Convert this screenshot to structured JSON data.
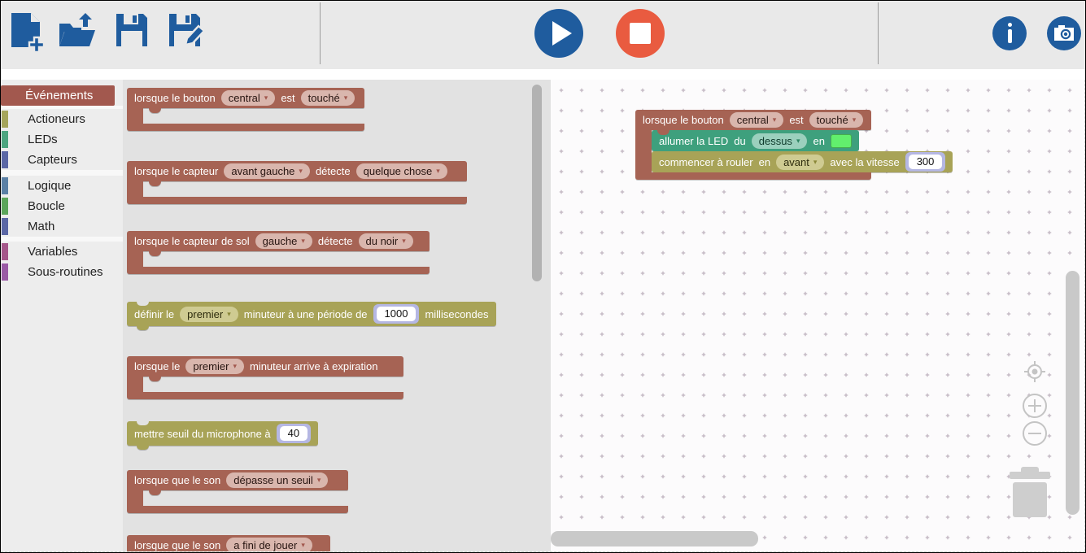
{
  "colors": {
    "accent_blue": "#1f5c9e",
    "stop_red": "#e95b40",
    "block_brown": "#a66354",
    "block_olive": "#a8a357",
    "block_teal": "#3ea07d",
    "field_lavender": "#b5b7e3",
    "led_green": "#62ef6d",
    "selected_category": "#a2584e"
  },
  "ui": {
    "dropdown_arrow": "▾"
  },
  "toolbar": {
    "buttons": [
      {
        "name": "new-file"
      },
      {
        "name": "open-file"
      },
      {
        "name": "save"
      },
      {
        "name": "save-as"
      },
      {
        "name": "run"
      },
      {
        "name": "stop"
      },
      {
        "name": "info"
      },
      {
        "name": "screenshot"
      }
    ]
  },
  "sidebar": {
    "categories": [
      {
        "label": "Événements",
        "color": "#a2584e",
        "selected": true
      },
      {
        "label": "Actioneurs",
        "color": "#a5a55b",
        "selected": false
      },
      {
        "label": "LEDs",
        "color": "#4da580",
        "selected": false
      },
      {
        "label": "Capteurs",
        "color": "#5b67a5",
        "selected": false
      },
      {
        "label": "Logique",
        "color": "#5b80a5",
        "selected": false
      },
      {
        "label": "Boucle",
        "color": "#5ba55b",
        "selected": false
      },
      {
        "label": "Math",
        "color": "#5b67a5",
        "selected": false
      },
      {
        "label": "Variables",
        "color": "#a5578a",
        "selected": false
      },
      {
        "label": "Sous-routines",
        "color": "#9a5ba5",
        "selected": false
      }
    ]
  },
  "flyout": {
    "blocks": [
      {
        "color": "brown",
        "kind": "c",
        "segments": [
          {
            "t": "text",
            "v": "lorsque le bouton"
          },
          {
            "t": "dd",
            "v": "central"
          },
          {
            "t": "text",
            "v": "est"
          },
          {
            "t": "dd",
            "v": "touché"
          }
        ]
      },
      {
        "color": "brown",
        "kind": "c",
        "segments": [
          {
            "t": "text",
            "v": "lorsque le capteur"
          },
          {
            "t": "dd",
            "v": "avant gauche"
          },
          {
            "t": "text",
            "v": "détecte"
          },
          {
            "t": "dd",
            "v": "quelque chose"
          }
        ]
      },
      {
        "color": "brown",
        "kind": "c",
        "segments": [
          {
            "t": "text",
            "v": "lorsque le capteur de sol"
          },
          {
            "t": "dd",
            "v": "gauche"
          },
          {
            "t": "text",
            "v": "détecte"
          },
          {
            "t": "dd",
            "v": "du noir"
          }
        ]
      },
      {
        "color": "olive",
        "kind": "stmt",
        "segments": [
          {
            "t": "text",
            "v": "définir le"
          },
          {
            "t": "dd",
            "v": "premier"
          },
          {
            "t": "text",
            "v": "minuteur à une période de"
          },
          {
            "t": "num",
            "v": "1000"
          },
          {
            "t": "text",
            "v": "millisecondes"
          }
        ]
      },
      {
        "color": "brown",
        "kind": "c",
        "segments": [
          {
            "t": "text",
            "v": "lorsque le"
          },
          {
            "t": "dd",
            "v": "premier"
          },
          {
            "t": "text",
            "v": "minuteur arrive à expiration"
          }
        ]
      },
      {
        "color": "olive",
        "kind": "stmt",
        "segments": [
          {
            "t": "text",
            "v": "mettre seuil du microphone à"
          },
          {
            "t": "num",
            "v": "40"
          }
        ]
      },
      {
        "color": "brown",
        "kind": "c",
        "segments": [
          {
            "t": "text",
            "v": "lorsque que le son"
          },
          {
            "t": "dd",
            "v": "dépasse un seuil"
          }
        ]
      },
      {
        "color": "brown",
        "kind": "c",
        "segments": [
          {
            "t": "text",
            "v": "lorsque que le son"
          },
          {
            "t": "dd",
            "v": "a fini de jouer"
          }
        ]
      }
    ]
  },
  "workspace": {
    "blocks": [
      {
        "color": "brown",
        "segments": [
          {
            "t": "text",
            "v": "lorsque le bouton"
          },
          {
            "t": "dd",
            "v": "central"
          },
          {
            "t": "text",
            "v": "est"
          },
          {
            "t": "dd",
            "v": "touché"
          }
        ]
      },
      {
        "color": "teal",
        "segments": [
          {
            "t": "text",
            "v": "allumer la LED"
          },
          {
            "t": "text",
            "v": "du"
          },
          {
            "t": "dd",
            "v": "dessus"
          },
          {
            "t": "text",
            "v": "en"
          },
          {
            "t": "color",
            "v": "#62ef6d"
          }
        ]
      },
      {
        "color": "olive",
        "segments": [
          {
            "t": "text",
            "v": "commencer à rouler"
          },
          {
            "t": "text",
            "v": "en"
          },
          {
            "t": "dd",
            "v": "avant"
          },
          {
            "t": "text",
            "v": "avec la vitesse"
          },
          {
            "t": "num",
            "v": "300"
          }
        ]
      }
    ],
    "controls": [
      {
        "name": "zoom-reset"
      },
      {
        "name": "zoom-in"
      },
      {
        "name": "zoom-out"
      },
      {
        "name": "trash"
      }
    ]
  }
}
